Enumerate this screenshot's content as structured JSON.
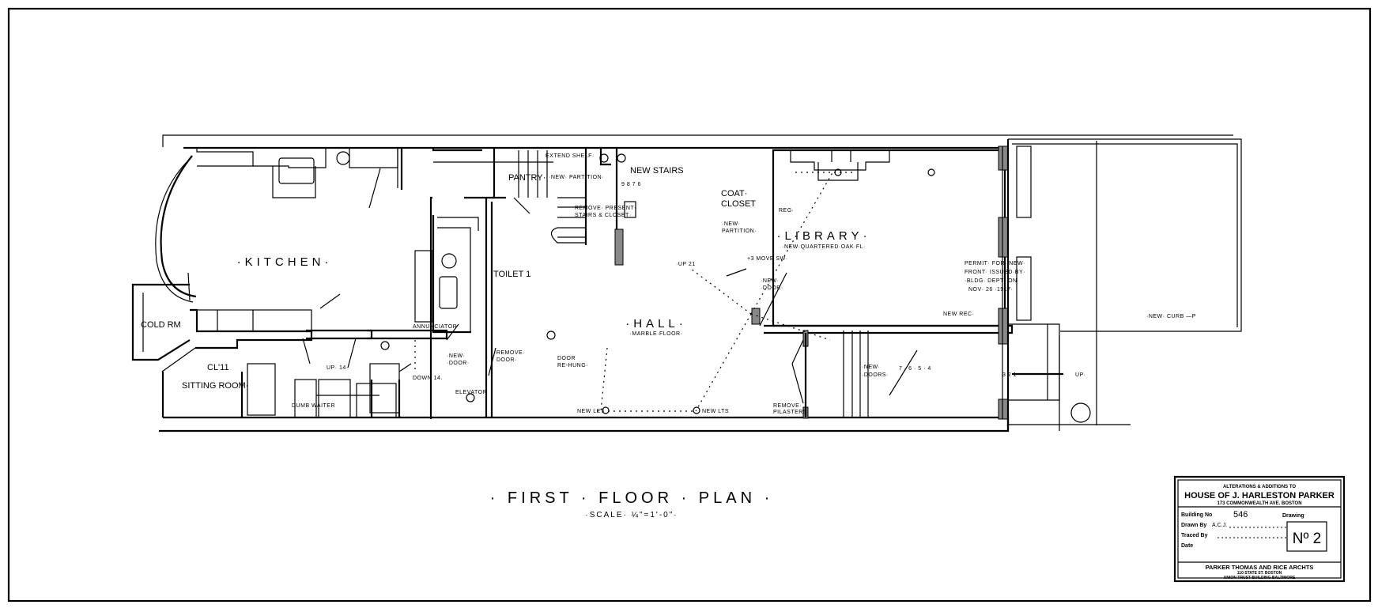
{
  "drawing": {
    "title": "· FIRST · FLOOR · PLAN ·",
    "scale": "·SCALE· ¼\"=1'-0\"·",
    "rooms": {
      "kitchen": "·KITCHEN·",
      "pantry": "PANTRY·",
      "toilet": "TOILET 1",
      "hall": "·HALL·",
      "hall_sub": "·MARBLE·FLOOR·",
      "cold_room": "COLD RM",
      "sitting_room": "SITTING ROOM·",
      "closet": "CL'11",
      "coat_closet_1": "COAT·",
      "coat_closet_2": "CLOSET",
      "library": "·LIBRARY·",
      "library_sub": "·NEW·QUARTERED·OAK·FL·",
      "dumb_waiter": "DUMB WAITER",
      "elevator": "ELEVATOR"
    },
    "notes": {
      "extend_shelf": "EXTEND SHELF·",
      "new_stairs": "NEW  STAIRS",
      "stair_numbers": "9  8  7  6",
      "new_partition_pantry": "·NEW· PARTITION·",
      "remove_stairs_1": "REMOVE· PRESENT·",
      "remove_stairs_2": "STAIRS & CLOSET·",
      "new_partition_coat_1": "·NEW·",
      "new_partition_coat_2": "PARTITION·",
      "move_sw": "+3 MOVE SW·",
      "reg": "REG·",
      "up_21": "·UP 21",
      "new_door_hall_1": "·NEW·",
      "new_door_hall_2": "·DOOR·",
      "annunciator": "ANNUNCIATOR",
      "up_14": "UP· 14·",
      "down_14": "DOWN 14.",
      "new_door_1": "·NEW·",
      "new_door_2": "·DOOR·",
      "remove_door_1": "·REMOVE·",
      "remove_door_2": "DOOR·",
      "door_rehung_1": "DOOR",
      "door_rehung_2": "RE-HUNG·",
      "new_let": "NEW LET",
      "new_lts": "NEW LTS",
      "remove_pilasters_1": "REMOVE·",
      "remove_pilasters_2": "PILASTERS·",
      "new_doors_1": "·NEW·",
      "new_doors_2": "·DOORS·",
      "new_rec": "NEW REC·",
      "step_numbers": "7 · 6 · 5 · 4",
      "up": "UP·",
      "step_front": "3   2   1",
      "permit_1": "PERMIT· FOR· NEW·",
      "permit_2": "FRONT· ISSUED·BY·",
      "permit_3": "·BLDG· DEPT· ON·",
      "permit_4": "NOV· 26 ·1917·",
      "new_curb": "·NEW· CURB —P"
    },
    "title_block": {
      "line1": "ALTERATIONS & ADDITIONS TO",
      "line2": "HOUSE OF J. HARLESTON PARKER",
      "line3": "173 COMMONWEALTH AVE. BOSTON",
      "building_label": "Building No",
      "building_no": "546",
      "drawing_label": "Drawing",
      "drawn_by_label": "Drawn By",
      "drawn_by": "A.C.J.",
      "traced_by_label": "Traced By",
      "date_label": "Date",
      "drawing_no": "Nº 2",
      "firm": "PARKER THOMAS AND RICE ARCHTS",
      "address1": "110 STATE ST. BOSTON",
      "address2": "UNION TRUST BUILDING BALTIMORE"
    }
  }
}
